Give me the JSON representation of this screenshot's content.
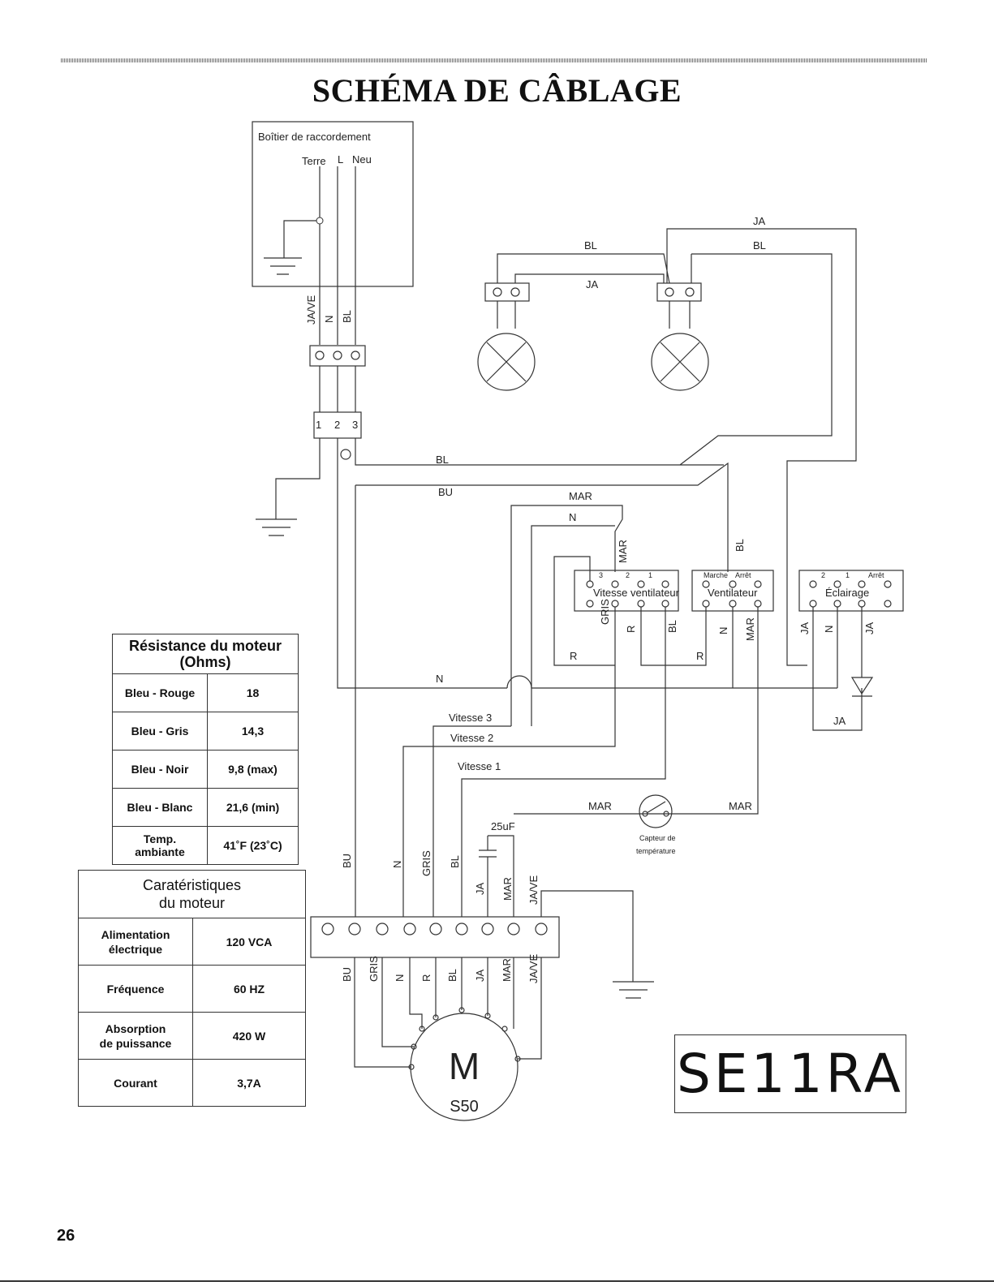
{
  "title": "SCHÉMA DE CÂBLAGE",
  "page_number": "26",
  "model": "SE11RA",
  "junction_box": {
    "label": "Boîtier de raccordement",
    "terminals": [
      "Terre",
      "L",
      "Neu"
    ]
  },
  "wire_labels": {
    "supply": [
      "JA/VE",
      "N",
      "BL"
    ],
    "lamp_ja_top": "JA",
    "lamp_bl_left": "BL",
    "lamp_bl_right": "BL",
    "lamp_ja_mid": "JA",
    "bl_main": "BL",
    "bu_main": "BU",
    "mar_top": "MAR",
    "n_top": "N",
    "mar_vert": "MAR",
    "bl_vert": "BL",
    "speed_bottom": [
      "GRIS",
      "R",
      "BL"
    ],
    "vent_bottom": [
      "N",
      "MAR"
    ],
    "light_bottom": [
      "JA",
      "N",
      "JA"
    ],
    "r_left": "R",
    "r_right": "R",
    "n_main": "N",
    "ja_bottom": "JA",
    "vitesse3": "Vitesse 3",
    "vitesse2": "Vitesse 2",
    "vitesse1": "Vitesse 1",
    "mar_left": "MAR",
    "mar_right": "MAR",
    "capacitor": "25uF",
    "motor_top": [
      "BU",
      "N",
      "GRIS",
      "BL",
      "JA",
      "MAR",
      "JA/VE"
    ],
    "motor_bottom": [
      "BU",
      "GRIS",
      "N",
      "R",
      "BL",
      "JA",
      "MAR",
      "JA/VE"
    ]
  },
  "terminal_block_numbers": [
    "1",
    "2",
    "3"
  ],
  "switches": {
    "speed": {
      "label": "Vitesse ventilateur",
      "positions": [
        "3",
        "2",
        "1"
      ]
    },
    "fan": {
      "label": "Ventilateur",
      "positions": [
        "Marche",
        "Arrêt"
      ]
    },
    "light": {
      "label": "Éclairage",
      "positions": [
        "2",
        "1",
        "Arrêt"
      ]
    }
  },
  "sensor": {
    "label_line1": "Capteur de",
    "label_line2": "température"
  },
  "motor": {
    "letter": "M",
    "model": "S50"
  },
  "resistance_table": {
    "title_line1": "Résistance du moteur",
    "title_line2": "(Ohms)",
    "rows": [
      {
        "k": "Bleu - Rouge",
        "v": "18"
      },
      {
        "k": "Bleu - Gris",
        "v": "14,3"
      },
      {
        "k": "Bleu - Noir",
        "v": "9,8 (max)"
      },
      {
        "k": "Bleu - Blanc",
        "v": "21,6 (min)"
      },
      {
        "k1": "Temp.",
        "k2": "ambiante",
        "v": "41˚F (23˚C)"
      }
    ]
  },
  "characteristics_table": {
    "title_line1": "Caratéristiques",
    "title_line2": "du moteur",
    "rows": [
      {
        "k1": "Alimentation",
        "k2": "électrique",
        "v": "120 VCA"
      },
      {
        "k1": "Fréquence",
        "k2": "",
        "v": "60 HZ"
      },
      {
        "k1": "Absorption",
        "k2": "de puissance",
        "v": "420 W"
      },
      {
        "k1": "Courant",
        "k2": "",
        "v": "3,7A"
      }
    ]
  }
}
